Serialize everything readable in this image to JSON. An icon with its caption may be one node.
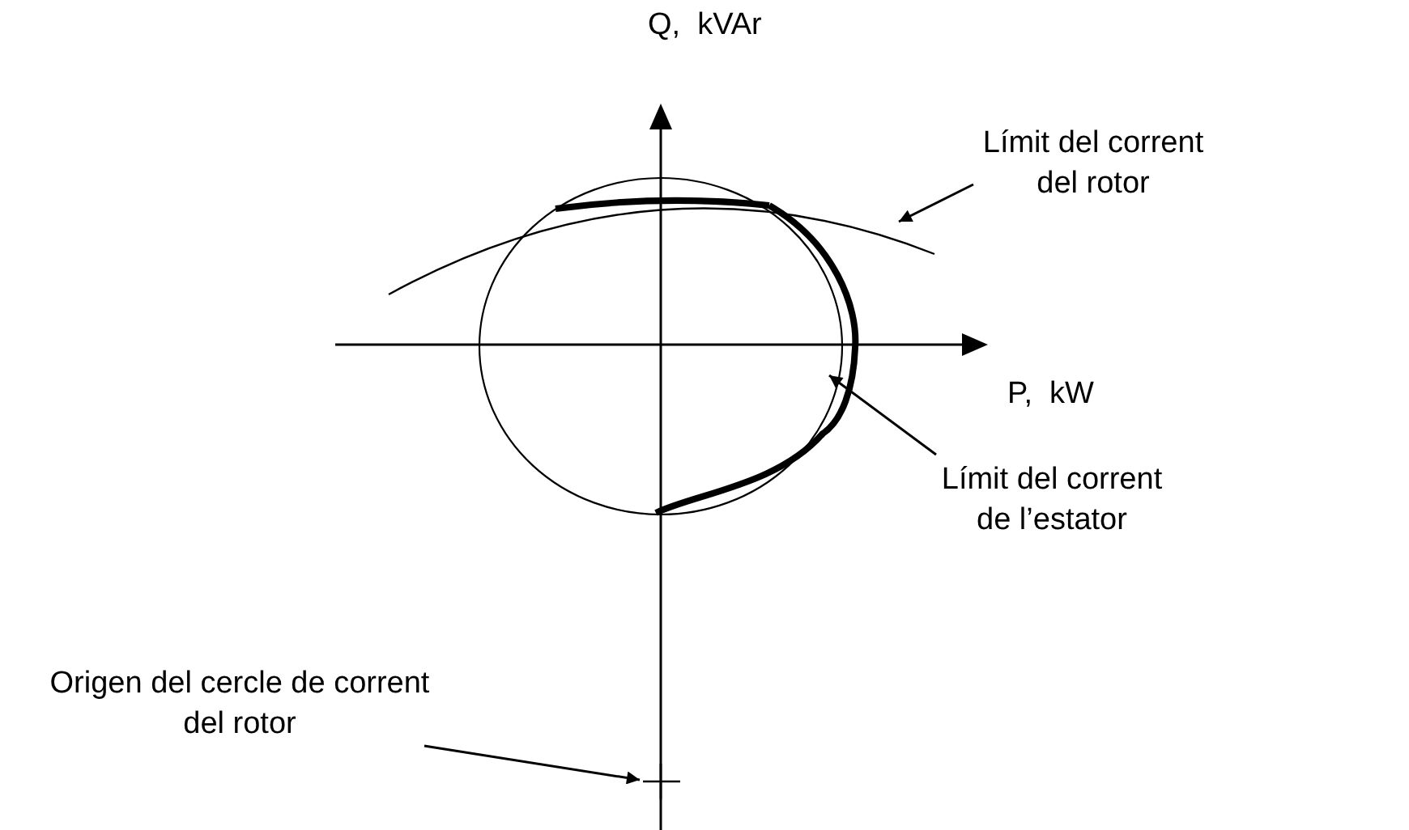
{
  "diagram": {
    "nodes": [
      {
        "text": [
          "Límit del corrent del rotor"
        ]
      },
      {
        "text": [],
        "shape": "curve"
      },
      {
        "text": [
          "Límit del corrent de l’estator"
        ]
      },
      {
        "text": [],
        "shape": "curve"
      },
      {
        "text": [
          "Origen del cercle de corrent del rotor"
        ]
      },
      {
        "text": [],
        "shape": "cross"
      }
    ],
    "edges": [
      {
        "from": 0,
        "to": 1,
        "arrow": "to"
      },
      {
        "from": 2,
        "to": 3,
        "arrow": "to"
      },
      {
        "from": 4,
        "to": 5,
        "arrow": "to"
      }
    ],
    "labels": [
      "Q,  kVAr",
      "P,  kW"
    ]
  }
}
